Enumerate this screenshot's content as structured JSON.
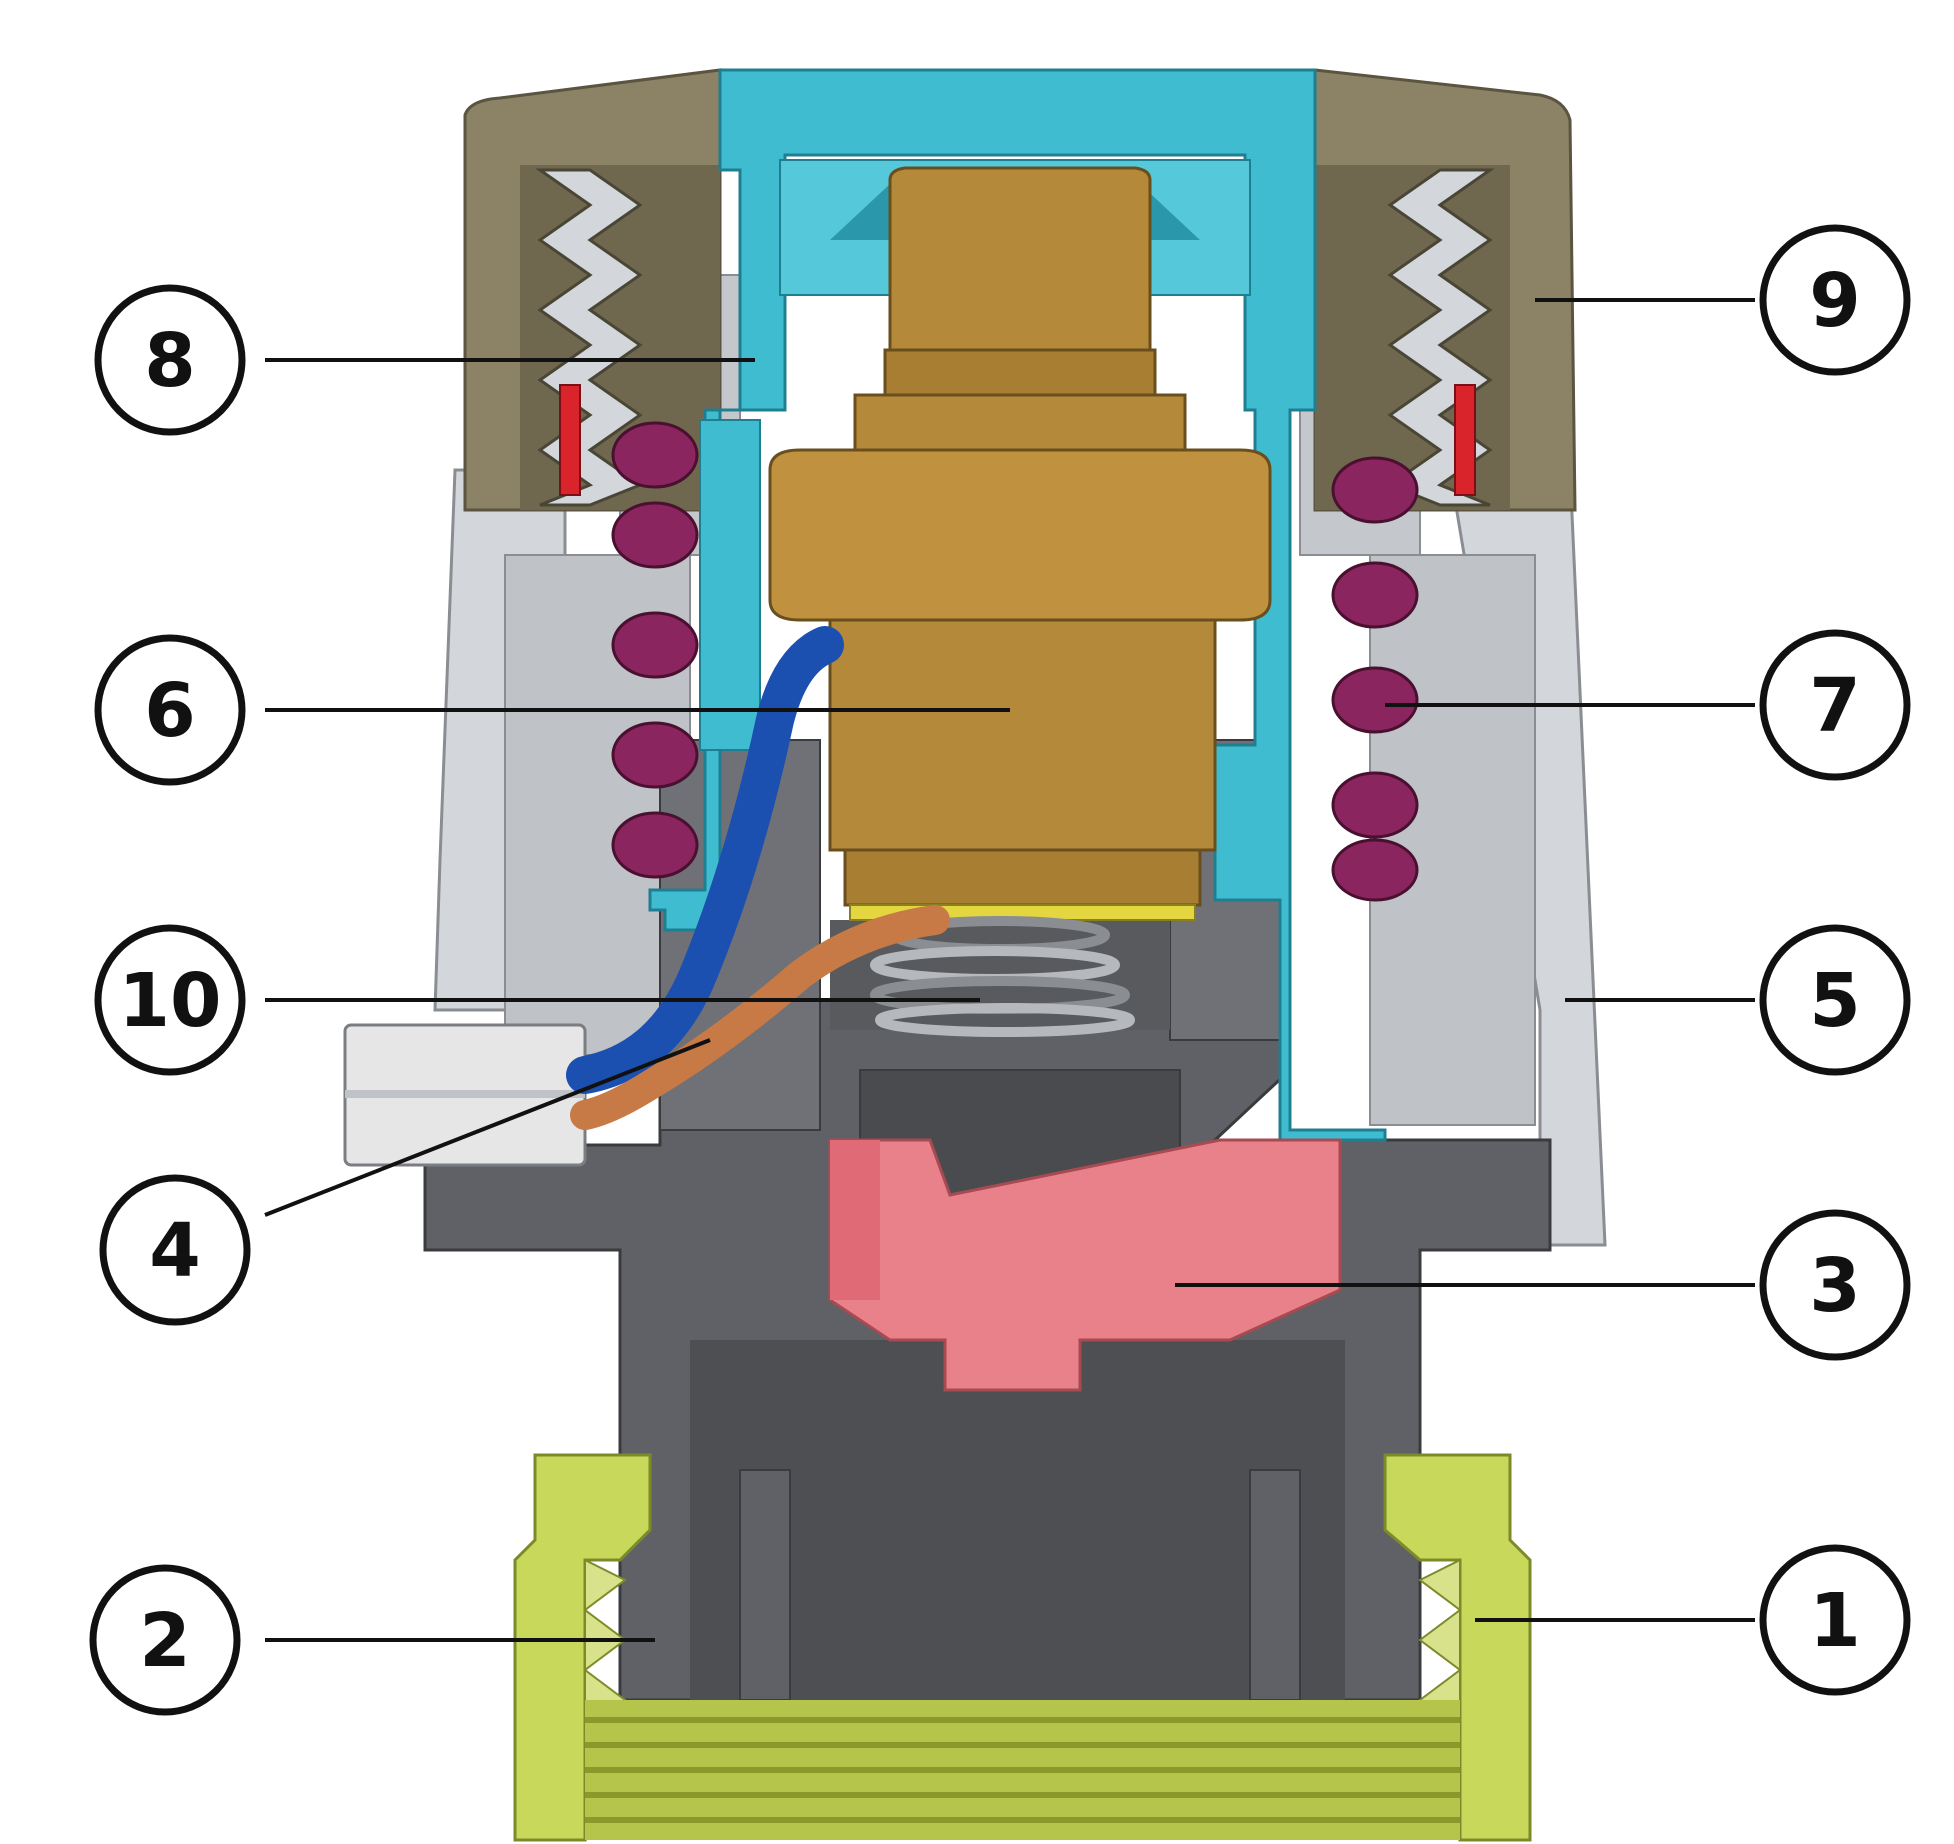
{
  "colors": {
    "body_dark": "#5f6166",
    "body_mid": "#7a7d82",
    "housing_light": "#d3d6da",
    "housing_mid": "#a4a7ac",
    "cap": "#8c8366",
    "cap_dark": "#6f684e",
    "piston_cyan": "#3fbcd0",
    "piston_cyan_dark": "#2a97aa",
    "sensor_brass": "#b5893a",
    "sensor_brass_dark": "#8c6a2a",
    "spring_purple": "#8a2560",
    "seal_red": "#d8242a",
    "nut_lime": "#c7d85a",
    "nut_lime_dark": "#9fb03a",
    "pin_pink": "#e9818b",
    "wire_blue": "#1b4fb0",
    "wire_copper": "#c77a45",
    "connector": "#e6e6e6",
    "ring_stroke": "#111111"
  },
  "callouts": [
    {
      "id": "c1",
      "label": "1"
    },
    {
      "id": "c2",
      "label": "2"
    },
    {
      "id": "c3",
      "label": "3"
    },
    {
      "id": "c4",
      "label": "4"
    },
    {
      "id": "c5",
      "label": "5"
    },
    {
      "id": "c6",
      "label": "6"
    },
    {
      "id": "c7",
      "label": "7"
    },
    {
      "id": "c8",
      "label": "8"
    },
    {
      "id": "c9",
      "label": "9"
    },
    {
      "id": "c10",
      "label": "10"
    }
  ]
}
